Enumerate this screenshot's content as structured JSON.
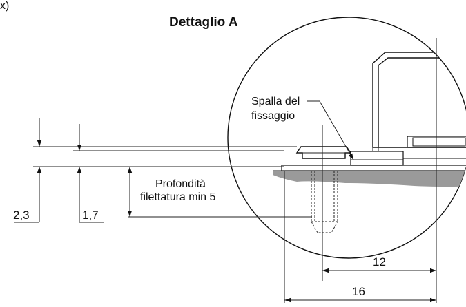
{
  "corner_label": "x)",
  "detail_title": "Dettaglio A",
  "callouts": {
    "shoulder_line1": "Spalla del",
    "shoulder_line2": "fissaggio",
    "depth_line1": "Profondità",
    "depth_line2": "filettatura min 5"
  },
  "dimensions": {
    "left_height": "2,3",
    "mid_height": "1,7",
    "horizontal_short": "12",
    "horizontal_long": "16"
  },
  "colors": {
    "ground": "#9a9a9a",
    "line": "#111111"
  }
}
